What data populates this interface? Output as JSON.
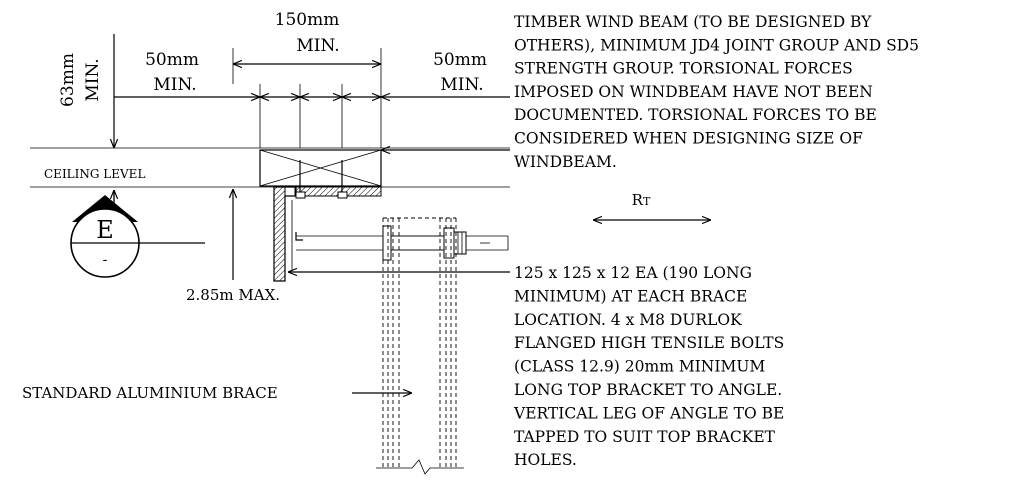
{
  "dimensions": {
    "height_value": "63mm",
    "height_min": "MIN.",
    "width_value": "150mm",
    "width_min": "MIN.",
    "left_value": "50mm",
    "left_min": "MIN.",
    "right_value": "50mm",
    "right_min": "MIN.",
    "max_height": "2.85m MAX."
  },
  "labels": {
    "ceiling": "CEILING LEVEL",
    "elevation_letter": "E",
    "elevation_sub": "-",
    "rt_main": "R",
    "rt_sub": "T",
    "brace": "STANDARD ALUMINIUM BRACE"
  },
  "notes": {
    "windbeam": [
      "TIMBER WIND BEAM (TO BE DESIGNED BY",
      "OTHERS), MINIMUM JD4 JOINT GROUP AND SD5",
      "STRENGTH GROUP. TORSIONAL FORCES",
      "IMPOSED ON WINDBEAM HAVE NOT BEEN",
      "DOCUMENTED. TORSIONAL FORCES TO BE",
      "CONSIDERED WHEN DESIGNING SIZE OF",
      "WINDBEAM."
    ],
    "angle": [
      "125 x 125 x 12 EA (190 LONG",
      "MINIMUM) AT EACH BRACE",
      "LOCATION. 4 x M8 DURLOK",
      "FLANGED HIGH TENSILE BOLTS",
      "(CLASS 12.9) 20mm MINIMUM",
      "LONG TOP BRACKET TO ANGLE.",
      "VERTICAL LEG OF ANGLE TO BE",
      "TAPPED TO SUIT TOP BRACKET",
      "HOLES."
    ]
  }
}
